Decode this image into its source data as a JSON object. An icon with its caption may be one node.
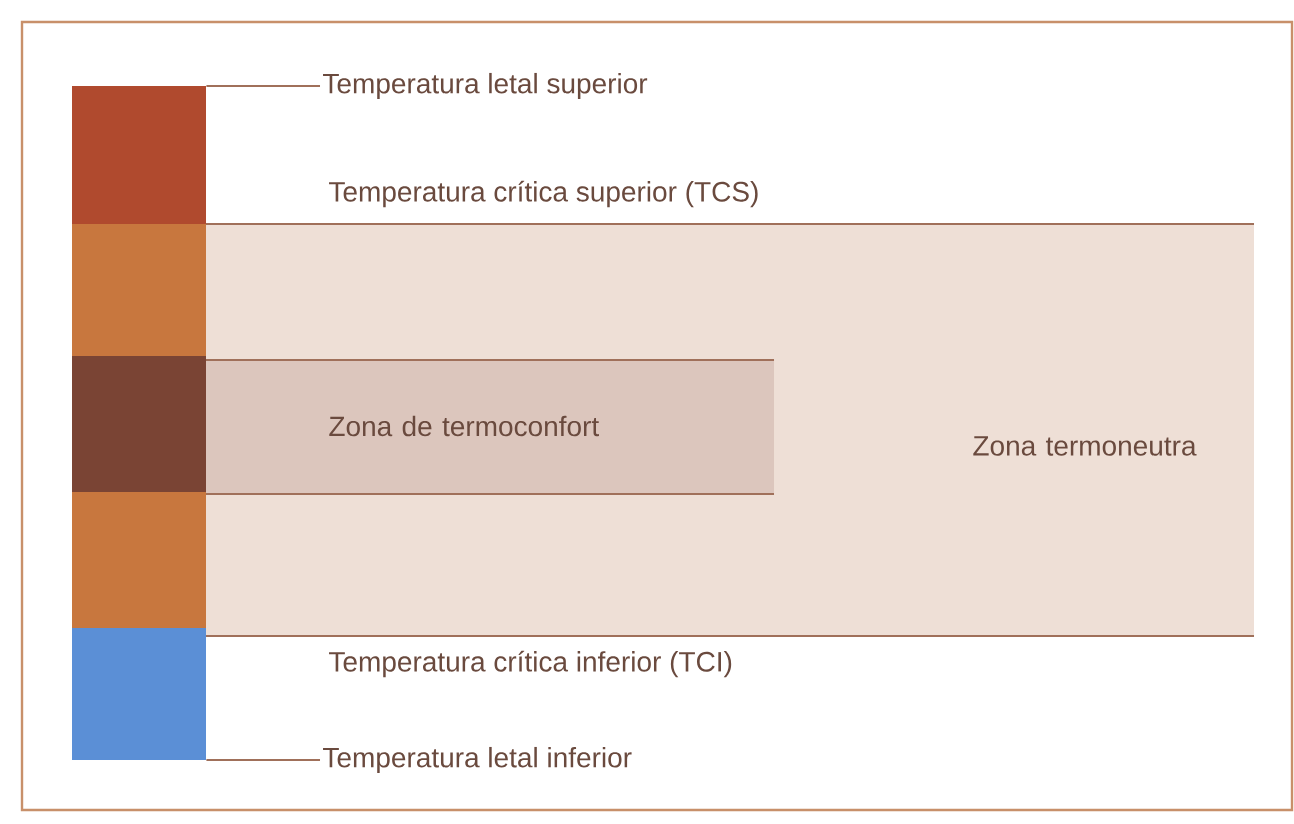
{
  "diagram": {
    "nodes": [
      {
        "text": [],
        "shape": "bar"
      },
      {
        "text": [
          "Temperatura letal superior"
        ]
      },
      {
        "text": [
          "Zona termoneutra"
        ]
      },
      {
        "text": [
          "Zona de termoconfort"
        ],
        "in": 2
      },
      {
        "text": [
          "Temperatura letal inferior"
        ]
      }
    ],
    "edges": [
      {
        "from": 1,
        "to": 0,
        "arrow": "none"
      },
      {
        "from": 4,
        "to": 0,
        "arrow": "none"
      }
    ],
    "labels": [
      "Temperatura crítica superior (TCS)",
      "Temperatura crítica inferior (TCI)"
    ]
  }
}
